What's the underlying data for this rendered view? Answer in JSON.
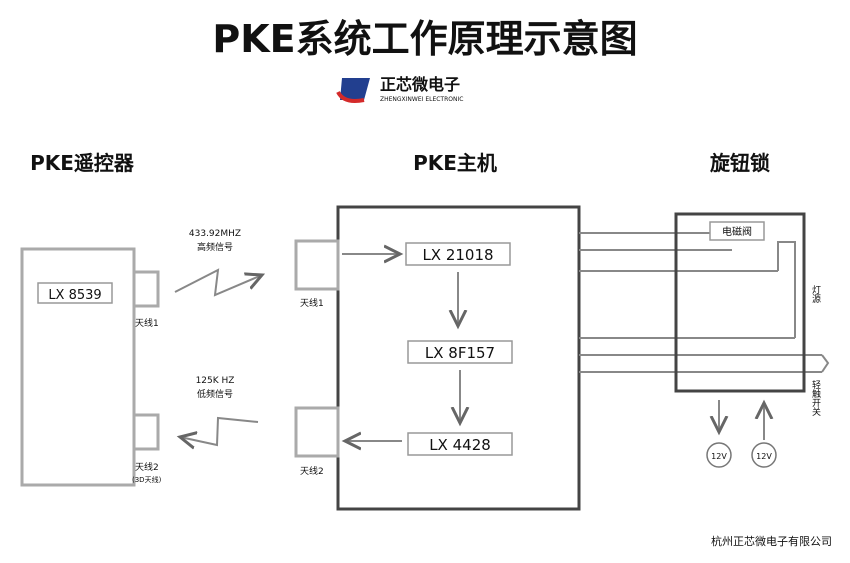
{
  "title": "PKE系统工作原理示意图",
  "logo": {
    "name": "正芯微电子",
    "subtitle": "ZHENGXINWEI ELECTRONIC",
    "colors": {
      "red": "#d42a2a",
      "blue": "#223f8f"
    }
  },
  "sections": {
    "remote": "PKE遥控器",
    "host": "PKE主机",
    "lock": "旋钮锁"
  },
  "remote": {
    "chip": "LX 8539",
    "antenna1": "天线1",
    "antenna2": "天线2",
    "antenna2_note": "(3D天线)"
  },
  "signals": {
    "high_freq": "433.92MHZ",
    "high_label": "高频信号",
    "low_freq": "125K HZ",
    "low_label": "低频信号"
  },
  "host": {
    "chip1": "LX 21018",
    "chip2": "LX 8F157",
    "chip3": "LX 4428",
    "antenna1": "天线1",
    "antenna2": "天线2"
  },
  "lock": {
    "valve": "电磁阀",
    "light": "灯源",
    "switch": "轻触开关",
    "power1": "12V",
    "power2": "12V"
  },
  "footer": "杭州正芯微电子有限公司"
}
